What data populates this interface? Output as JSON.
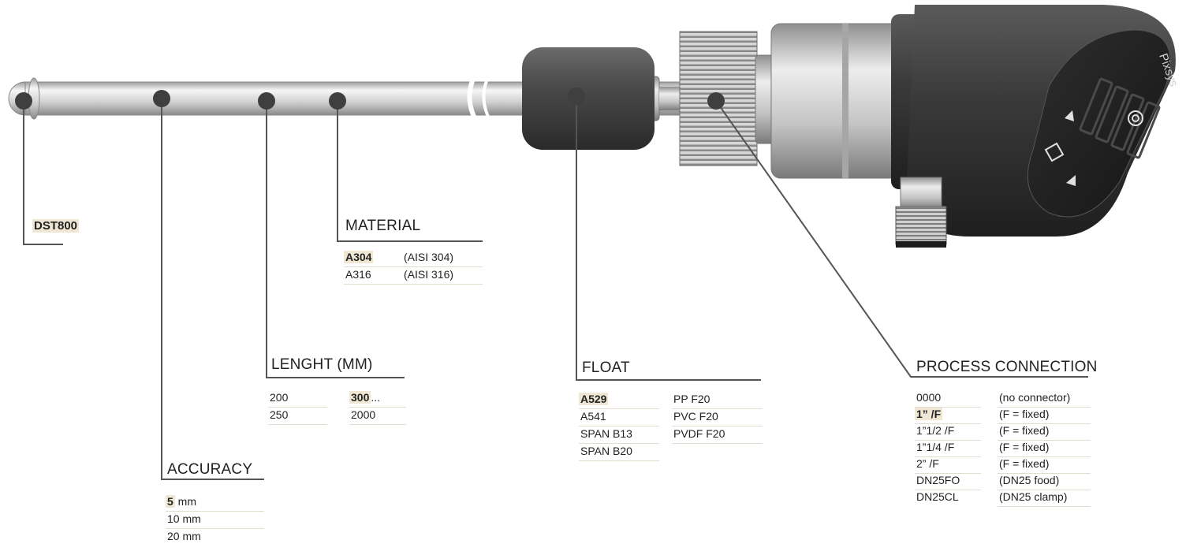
{
  "product_code": "DST800",
  "brand": "Pixsys",
  "material": {
    "title": "MATERIAL",
    "rows": [
      {
        "code": "A304",
        "desc": "(AISI 304)",
        "selected": true
      },
      {
        "code": "A316",
        "desc": "(AISI 316)"
      }
    ]
  },
  "length": {
    "title": "LENGHT (MM)",
    "col1": [
      "200",
      "250"
    ],
    "col2_bold": "300",
    "col2_suffix": "...",
    "col2_second": "2000"
  },
  "accuracy": {
    "title": "ACCURACY",
    "first_value": "5",
    "first_unit": " mm",
    "rows": [
      "10 mm",
      "20 mm"
    ]
  },
  "float": {
    "title": "FLOAT",
    "col1": [
      "A529",
      "A541",
      "SPAN B13",
      "SPAN B20"
    ],
    "col2": [
      "PP F20",
      "PVC F20",
      "PVDF F20"
    ]
  },
  "process_connection": {
    "title": "PROCESS CONNECTION",
    "rows": [
      {
        "code": "0000",
        "desc": "(no connector)"
      },
      {
        "code": "1” /F",
        "desc": "(F = fixed)",
        "selected": true
      },
      {
        "code": "1”1/2 /F",
        "desc": "(F = fixed)"
      },
      {
        "code": "1”1/4 /F",
        "desc": "(F = fixed)"
      },
      {
        "code": "2” /F",
        "desc": "(F = fixed)"
      },
      {
        "code": "DN25FO",
        "desc": "(DN25 food)"
      },
      {
        "code": "DN25CL",
        "desc": "(DN25 clamp)"
      }
    ]
  },
  "colors": {
    "accent_highlight": "#efe7d4",
    "leader_line": "#555555",
    "housing": "#3a3a3a",
    "rod": "#d6d6d6"
  }
}
